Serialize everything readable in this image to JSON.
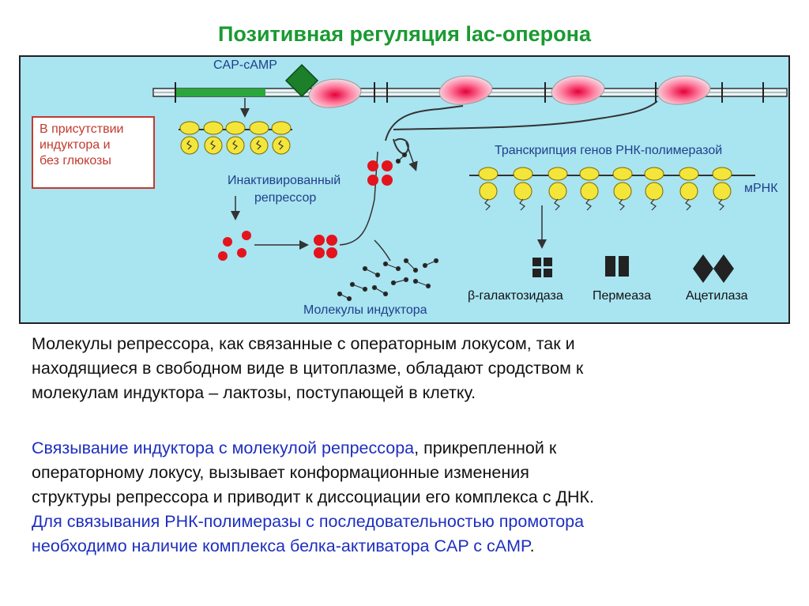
{
  "title": "Позитивная регуляция lac-оперона",
  "diagram": {
    "box_lines": [
      "В присутствии",
      "индуктора и",
      "без глюкозы"
    ],
    "cap_label": "CAP-cAMP",
    "inactivated_label": [
      "Инактивированный",
      "репрессор"
    ],
    "inducer_label": "Молекулы индуктора",
    "transcription_label": "Транскрипция генов РНК-полимеразой",
    "mrna_label": "мРНК",
    "enzymes": [
      "β-галактозидаза",
      "Пермеаза",
      "Ацетилаза"
    ],
    "colors": {
      "background": "#a9e4f1",
      "box_red": "#c23a2e",
      "label_blue": "#1f3f8a",
      "dna_promoter_green": "#2aa63a",
      "cap_diamond": "#1c7f2a",
      "repressor_red": "#e3141c",
      "ribosome_yellow": "#f4e53a"
    }
  },
  "paragraph1": [
    "Молекулы репрессора, как связанные с операторным локусом, так и",
    "находящиеся в свободном виде в цитоплазме, обладают сродством к",
    "молекулам индуктора – лактозы, поступающей в клетку."
  ],
  "paragraph2": {
    "line1_blue": "Связывание индуктора с молекулой репрессора",
    "line1_black": ", прикрепленной к",
    "line2": "операторному локусу, вызывает конформационные изменения",
    "line3": "структуры репрессора и приводит к диссоциации его комплекса с ДНК.",
    "line4_blue": "Для связывания РНК-полимеразы с последовательностью промотора",
    "line5_blue": "необходимо наличие комплекса белка-активатора CAP с cAMP",
    "line5_black": "."
  },
  "text_colors": {
    "title": "#1a9a32",
    "blue": "#1e2fbf"
  }
}
